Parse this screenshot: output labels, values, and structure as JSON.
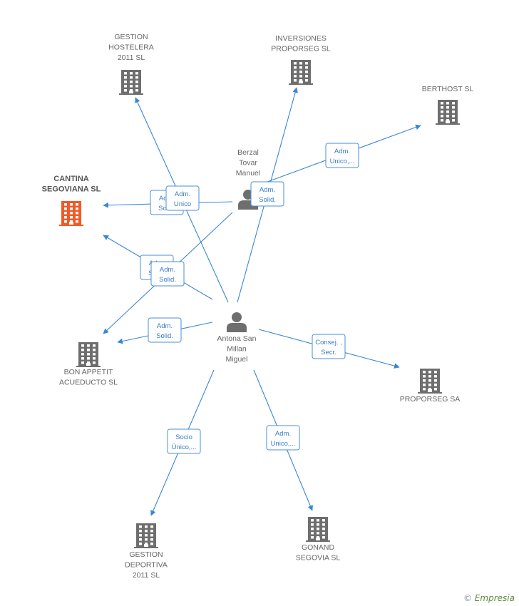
{
  "colors": {
    "edge": "#3a86d6",
    "company": "#6e6e6e",
    "focus_company": "#f05a28",
    "person": "#6e6e6e"
  },
  "nodes": {
    "gestion_hostelera": {
      "type": "company",
      "lines": [
        "GESTION",
        "HOSTELERA",
        "2011 SL"
      ]
    },
    "inversiones_proporseg": {
      "type": "company",
      "lines": [
        "INVERSIONES",
        "PROPORSEG SL"
      ]
    },
    "berthost": {
      "type": "company",
      "lines": [
        "BERTHOST SL"
      ]
    },
    "cantina_segoviana": {
      "type": "company",
      "focus": true,
      "lines": [
        "CANTINA",
        "SEGOVIANA SL"
      ]
    },
    "berzal": {
      "type": "person",
      "lines": [
        "Berzal",
        "Tovar",
        "Manuel"
      ]
    },
    "antona": {
      "type": "person",
      "lines": [
        "Antona San",
        "Millan",
        "Miguel"
      ]
    },
    "bon_appetit": {
      "type": "company",
      "lines": [
        "BON APPETIT",
        "ACUEDUCTO SL"
      ]
    },
    "proporseg_sa": {
      "type": "company",
      "lines": [
        "PROPORSEG SA"
      ]
    },
    "gestion_deportiva": {
      "type": "company",
      "lines": [
        "GESTION",
        "DEPORTIVA",
        "2011 SL"
      ]
    },
    "gonand": {
      "type": "company",
      "lines": [
        "GONAND",
        "SEGOVIA SL"
      ]
    }
  },
  "edges": [
    {
      "from": "berzal",
      "to": "cantina_segoviana",
      "lines": [
        "Adm.",
        "Solid."
      ]
    },
    {
      "from": "antona",
      "to": "gestion_hostelera",
      "lines": [
        "Adm.",
        "Unico"
      ]
    },
    {
      "from": "antona",
      "to": "cantina_segoviana",
      "lines": [
        "Adm.",
        "Solid."
      ]
    },
    {
      "from": "berzal",
      "to": "bon_appetit",
      "lines": [
        "Adm.",
        "Solid."
      ]
    },
    {
      "from": "antona",
      "to": "bon_appetit",
      "lines": [
        "Adm.",
        "Solid."
      ]
    },
    {
      "from": "antona",
      "to": "inversiones_proporseg",
      "lines": [
        "Adm.",
        "Solid."
      ]
    },
    {
      "from": "berzal",
      "to": "berthost",
      "lines": [
        "Adm.",
        "Unico,..."
      ]
    },
    {
      "from": "antona",
      "to": "proporseg_sa",
      "lines": [
        "Consej. ,",
        "Secr."
      ]
    },
    {
      "from": "antona",
      "to": "gestion_deportiva",
      "lines": [
        "Socio",
        "Único,..."
      ]
    },
    {
      "from": "antona",
      "to": "gonand",
      "lines": [
        "Adm.",
        "Unico,..."
      ]
    }
  ],
  "footer": {
    "symbol": "©",
    "brand": "Empresia"
  }
}
